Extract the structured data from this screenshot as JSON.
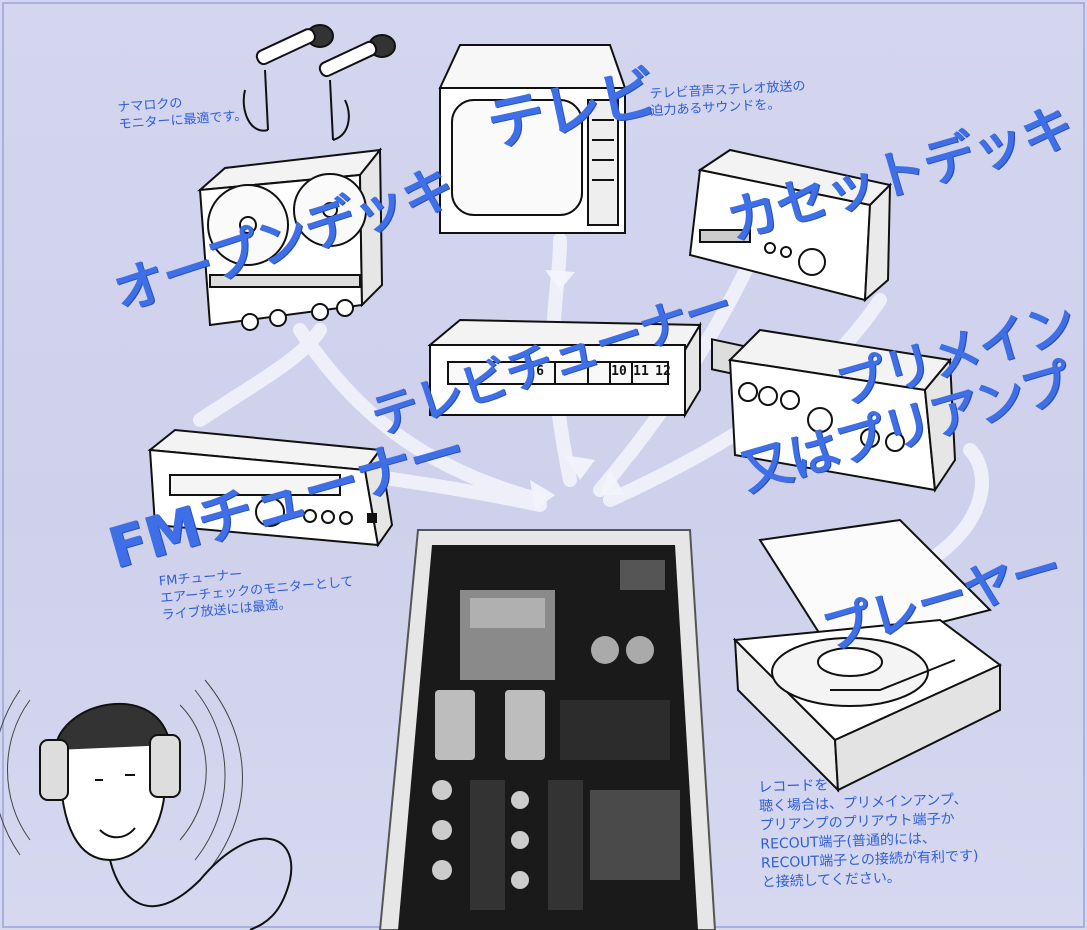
{
  "labels": {
    "tv": "テレビ",
    "cassette_deck": "カセットデッキ",
    "open_deck": "オープンデッキ",
    "tv_tuner": "テレビチューナー",
    "premain_line1": "プリメイン",
    "premain_line2": "又はプリアンプ",
    "fm_tuner": "FMチューナー",
    "player": "プレーヤー"
  },
  "notes": {
    "live_recording": "ナマロクの\nモニターに最適です。",
    "tv_audio": "テレビ音声ステレオ放送の\n迫力あるサウンドを。",
    "fm_tuner": "FMチューナー\nエアーチェックのモニターとして\nライブ放送には最適。",
    "record": "レコードを\n聴く場合は、プリメインアンプ、\nプリアンプのプリアウト端子か\nRECOUT端子(普通的には、\nRECOUT端子との接続が有利です)\nと接続してください。"
  },
  "tv_tuner_channels": [
    "6",
    "10",
    "11",
    "12"
  ],
  "colors": {
    "background": "#d4d5ef",
    "label_blue": "#3f6fe6",
    "note_blue": "#2f5fd8",
    "ink": "#111111"
  }
}
